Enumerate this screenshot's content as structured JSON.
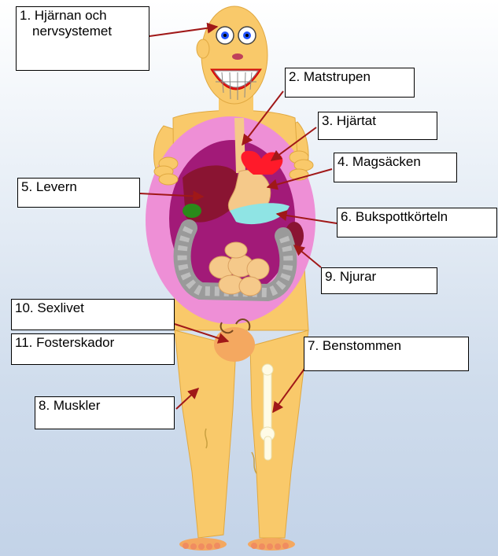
{
  "labels": {
    "brain": [
      "1. Hjärnan och",
      "nervsystemet"
    ],
    "esophagus": "2. Matstrupen",
    "heart": "3. Hjärtat",
    "stomach": "4. Magsäcken",
    "liver": "5. Levern",
    "pancreas": "6. Bukspottkörteln",
    "bones": "7. Benstommen",
    "muscles": "8. Muskler",
    "kidneys": "9. Njurar",
    "sex": "10. Sexlivet",
    "fetal": "11. Fosterskador"
  },
  "colors": {
    "skin": "#f9c96a",
    "abdomen": "#ee8fd6",
    "cavity": "#a21a78",
    "liver": "#8a1432",
    "heart": "#ff1a2a",
    "gallbladder": "#2a8a1a",
    "pancreas": "#8fe4e4",
    "intestine": "#9a9a9a",
    "arrow": "#a01818"
  }
}
